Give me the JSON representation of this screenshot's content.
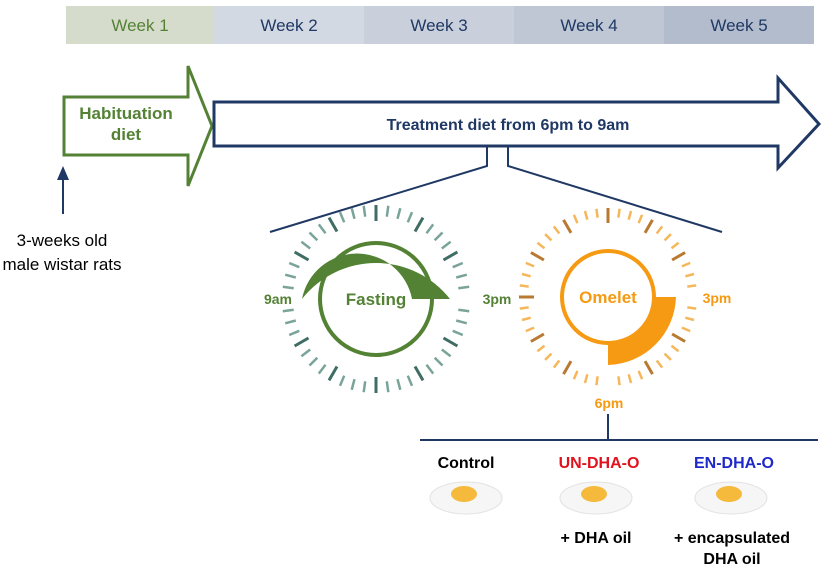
{
  "timeline": {
    "weeks": [
      "Week 1",
      "Week 2",
      "Week 3",
      "Week 4",
      "Week 5"
    ]
  },
  "habituation": {
    "line1": "Habituation",
    "line2": "diet"
  },
  "treatment": {
    "label": "Treatment diet from 6pm to 9am"
  },
  "start": {
    "line1": "3-weeks old",
    "line2": "male wistar rats"
  },
  "fasting_clock": {
    "label": "Fasting",
    "left_label": "9am",
    "right_label": "3pm"
  },
  "omelet_clock": {
    "label": "Omelet",
    "right_label": "3pm",
    "bottom_label": "6pm"
  },
  "groups": [
    {
      "name": "Control",
      "note_line1": "",
      "note_line2": ""
    },
    {
      "name": "UN-DHA-O",
      "note_line1": "+ DHA oil",
      "note_line2": ""
    },
    {
      "name": "EN-DHA-O",
      "note_line1": "+ encapsulated",
      "note_line2": "DHA oil"
    }
  ],
  "colors": {
    "green": "#548235",
    "orange": "#f59a12",
    "navy": "#1f3864",
    "red": "#e0121e",
    "blue": "#1f28c8"
  }
}
